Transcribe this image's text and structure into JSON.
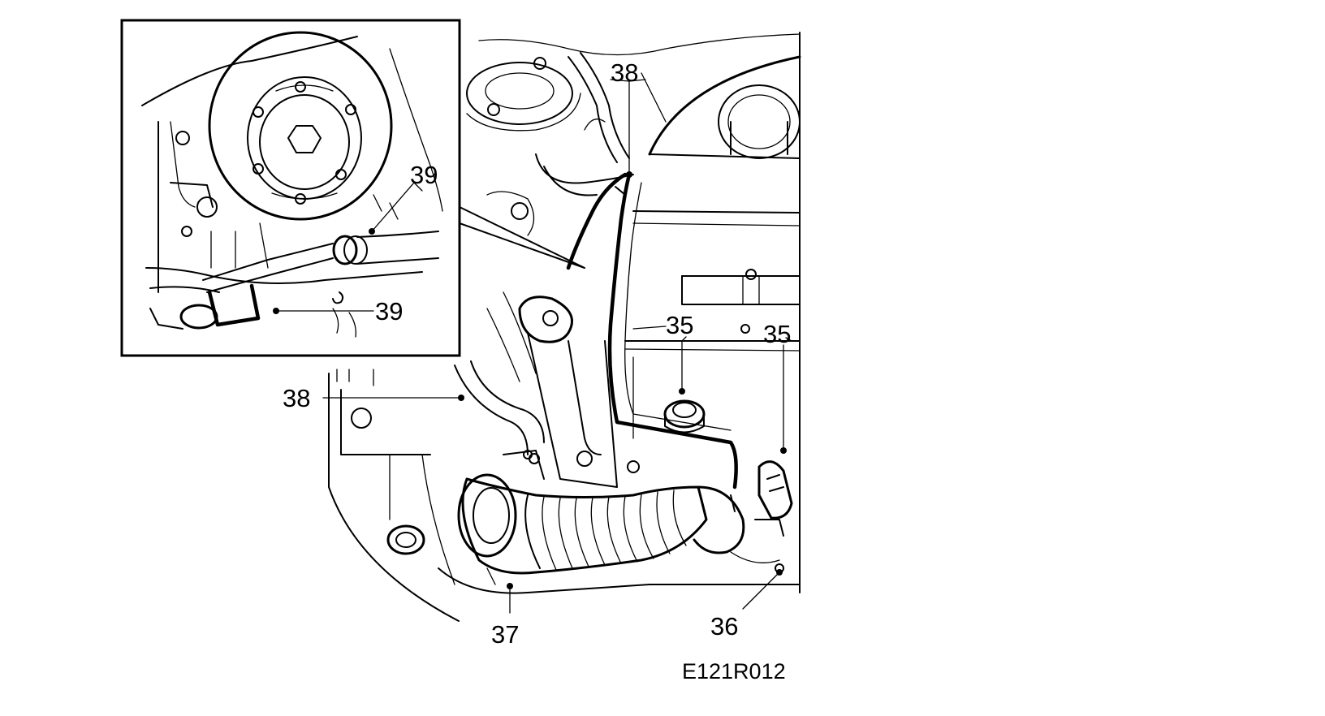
{
  "figure_code": "E121R012",
  "callouts": {
    "inset_39_top": "39",
    "inset_39_bottom": "39",
    "label_38_top": "38",
    "label_38_left": "38",
    "label_35_left": "35",
    "label_35_right": "35",
    "label_36": "36",
    "label_37": "37"
  },
  "colors": {
    "line": "#000000",
    "background": "#ffffff"
  }
}
